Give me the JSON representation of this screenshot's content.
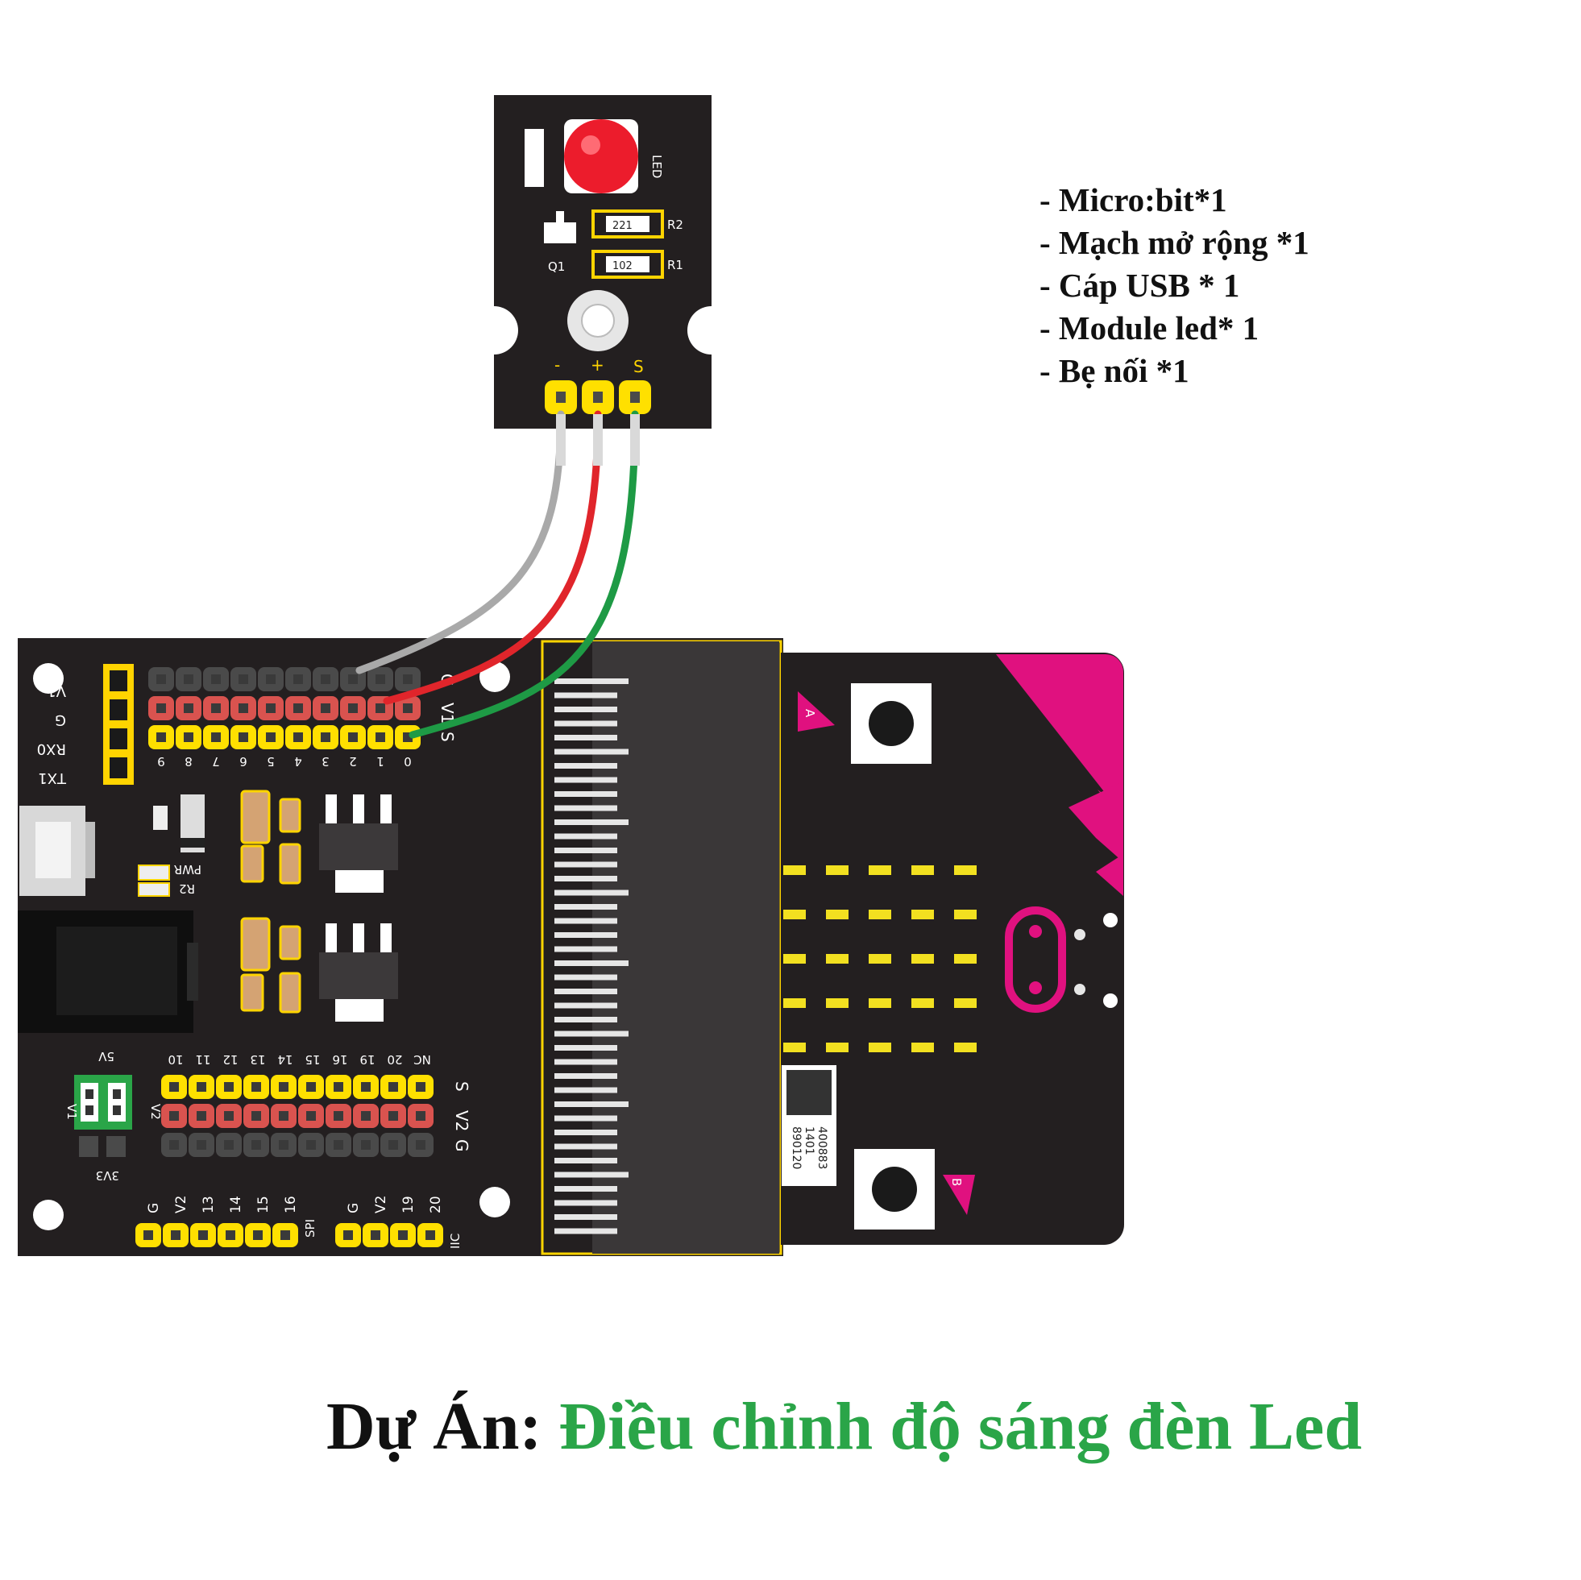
{
  "parts_list": [
    "- Micro:bit*1",
    "- Mạch mở rộng *1",
    "- Cáp USB * 1",
    "- Module led* 1",
    "- Bẹ nối *1"
  ],
  "caption": {
    "lead": "Dự Án: ",
    "title": "Điều chỉnh độ sáng đèn Led"
  },
  "led_module": {
    "led_label": "LED",
    "q_label": "Q1",
    "r1_label": "R1",
    "r2_label": "R2",
    "r1_code": "102",
    "r2_code": "221",
    "pin_minus": "-",
    "pin_plus": "+",
    "pin_signal": "S"
  },
  "shield": {
    "left_header": [
      "V1",
      "G",
      "RX0",
      "TX1"
    ],
    "top_row_labels": [
      "G",
      "V1",
      "S"
    ],
    "top_pin_numbers": [
      "9",
      "8",
      "7",
      "6",
      "5",
      "4",
      "3",
      "2",
      "1",
      "0"
    ],
    "bottom_pin_numbers": [
      "10",
      "11",
      "12",
      "13",
      "14",
      "15",
      "16",
      "19",
      "20",
      "NC"
    ],
    "bottom_row_labels": [
      "S",
      "V2",
      "G"
    ],
    "jumper_labels": {
      "five_v": "5V",
      "v1": "V1",
      "v2": "V2",
      "three_v3": "3V3"
    },
    "pwr_label": "PWR",
    "r2_label": "R2",
    "spi_pins": [
      "G",
      "V2",
      "13",
      "14",
      "15",
      "16"
    ],
    "spi_label": "SPI",
    "iic_pins": [
      "G",
      "V2",
      "19",
      "20"
    ],
    "iic_label": "IIC"
  },
  "microbit": {
    "button_a": "A",
    "button_b": "B",
    "barcode_text": [
      "400883",
      "1401",
      "890120"
    ]
  },
  "colors": {
    "pcb": "#221e1f",
    "header_yellow": "#ffe000",
    "header_red": "#d9534f",
    "microbit_pink": "#e0117f",
    "wire_gray": "#a9a9a9",
    "wire_red": "#e0252b",
    "wire_green": "#1e9a45",
    "caption_green": "#2aa548"
  }
}
